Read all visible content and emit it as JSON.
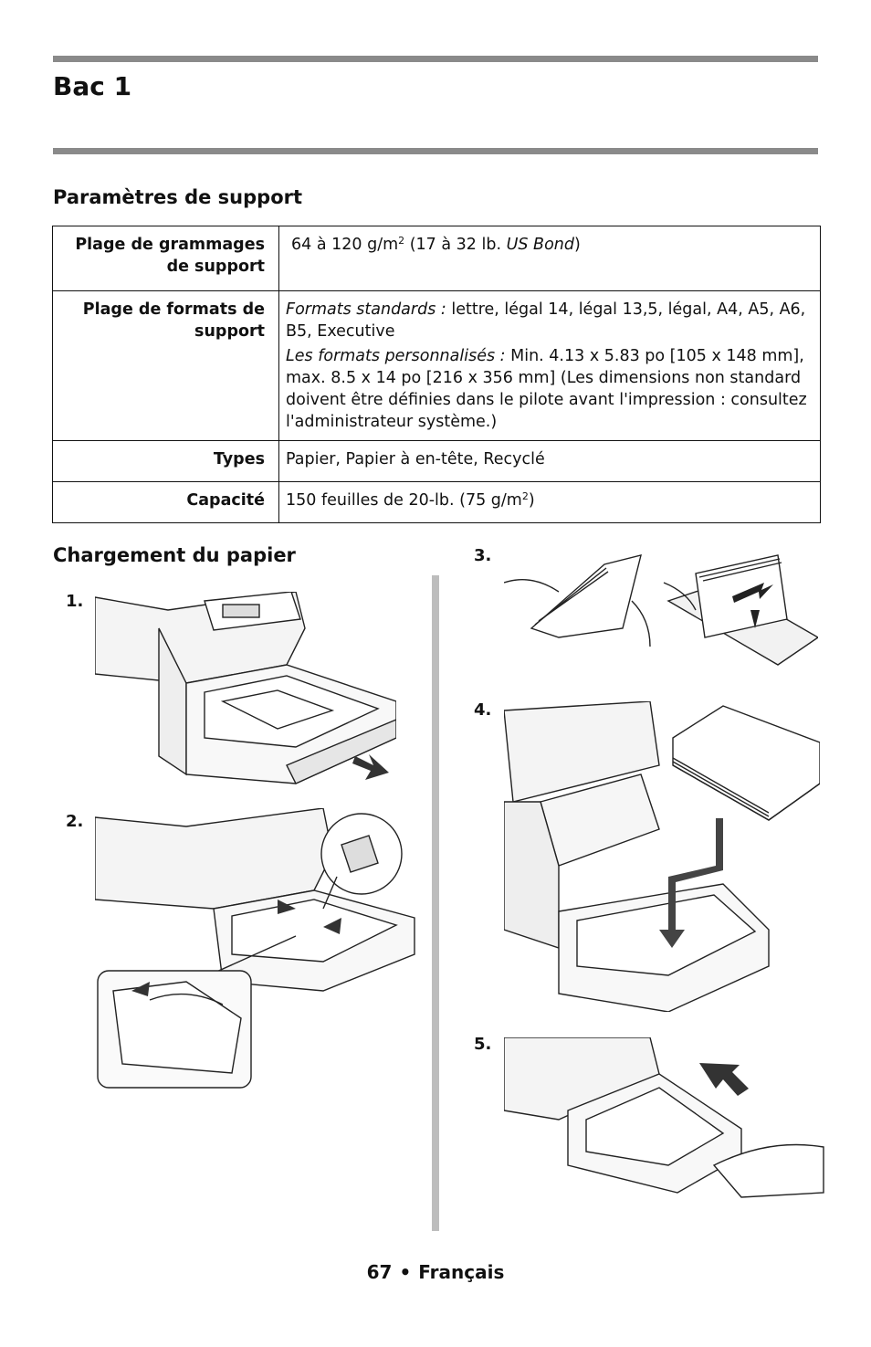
{
  "page": {
    "title": "Bac 1",
    "section_media": "Paramètres de support",
    "section_loading": "Chargement du papier"
  },
  "specs": {
    "weights": {
      "label": "Plage de grammages de support",
      "value_a": "64 à  120 g/m",
      "sup": "2",
      "value_b": " (17 à  32 lb. ",
      "value_em": "US Bond",
      "value_c": ")"
    },
    "sizes": {
      "label": "Plage de formats de support",
      "std_em": "Formats standards :",
      "std_text": " lettre, légal 14, légal 13,5, légal, A4, A5, A6, B5, Executive",
      "custom_em": "Les formats personnalisés :",
      "custom_text": " Min. 4.13 x 5.83 po [105 x 148 mm], max. 8.5 x 14 po [216 x 356 mm] (Les dimensions non standard doivent être définies dans le pilote avant l'impression : consultez l'administrateur système.)"
    },
    "types": {
      "label": "Types",
      "value": "Papier, Papier à en-tête, Recyclé"
    },
    "capacity": {
      "label": "Capacité",
      "value_a": "150 feuilles de  20-lb. (75 g/m",
      "sup": "2",
      "value_b": ")"
    }
  },
  "steps": [
    "1.",
    "2.",
    "3.",
    "4.",
    "5."
  ],
  "footer": {
    "page_number": "67",
    "bullet": "•",
    "language": "Français"
  }
}
